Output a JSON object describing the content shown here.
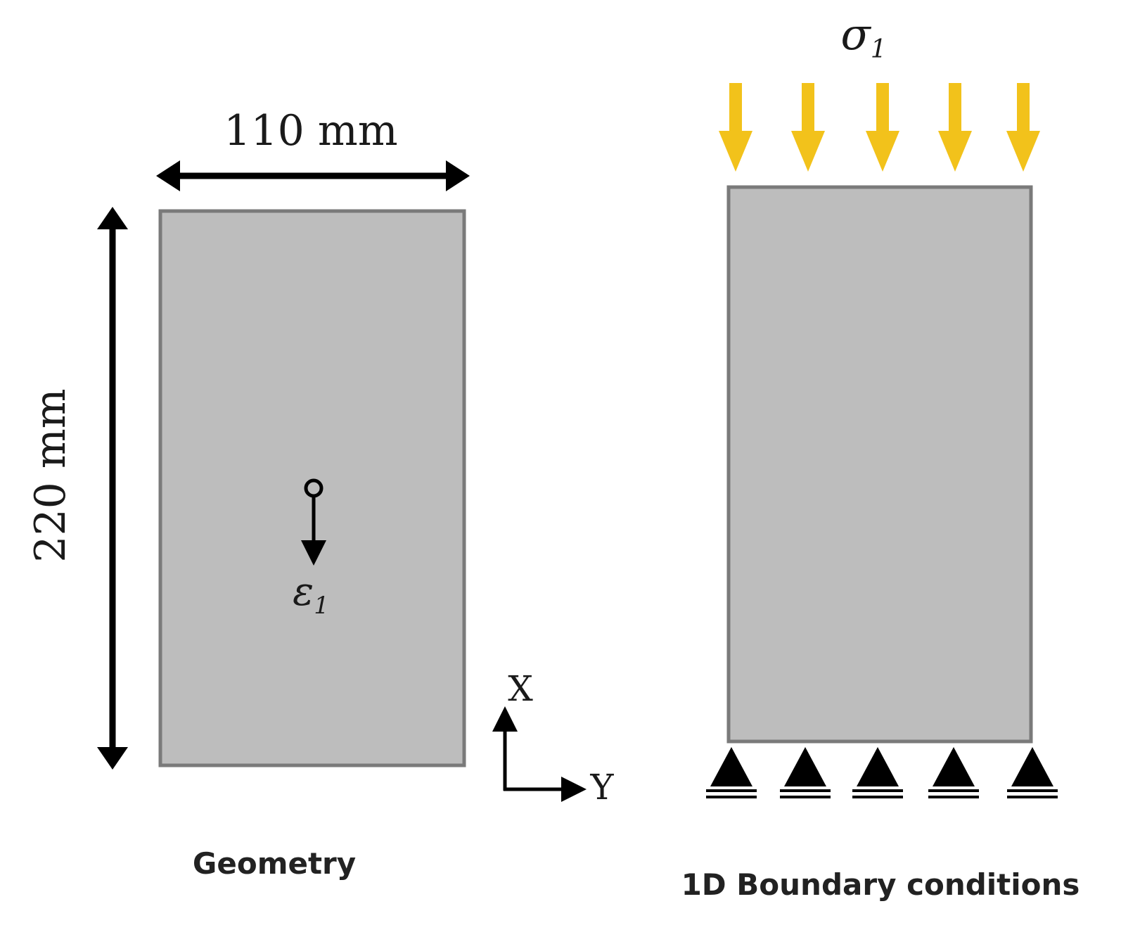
{
  "geometry_panel": {
    "width_label": "110 mm",
    "height_label": "220 mm",
    "strain_label": "ε",
    "strain_subscript": "1",
    "caption": "Geometry"
  },
  "axes": {
    "x_label": "X",
    "y_label": "Y"
  },
  "boundary_panel": {
    "stress_label": "σ",
    "stress_subscript": "1",
    "caption": "1D Boundary conditions",
    "load_arrow_count": 5,
    "support_count": 5
  },
  "colors": {
    "specimen_fill": "#bdbdbd",
    "specimen_stroke": "#7a7a7a",
    "load_arrow": "#f2c21b",
    "ink": "#000000"
  }
}
